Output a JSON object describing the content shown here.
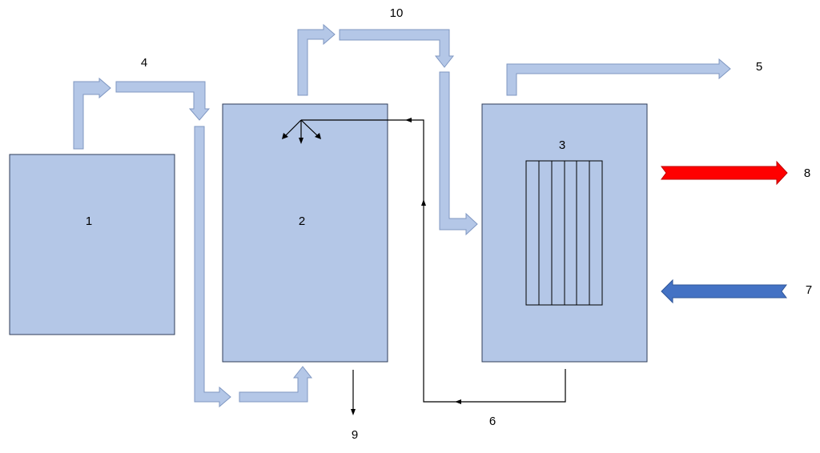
{
  "labels": {
    "tank_1": "1",
    "tank_2": "2",
    "tank_3": "3",
    "flow_4": "4",
    "flow_5": "5",
    "flow_6": "6",
    "flow_7": "7",
    "flow_8": "8",
    "flow_9": "9",
    "flow_10": "10"
  },
  "colors": {
    "vessel_fill": "#b4c7e7",
    "hot_stream": "#ff0000",
    "cold_stream": "#4472c4",
    "line": "#000000"
  }
}
